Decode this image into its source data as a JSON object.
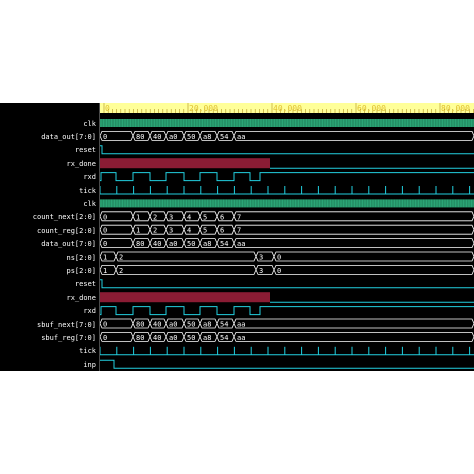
{
  "colors": {
    "ruler_bg": "#ffff99",
    "ruler_text": "#e0c030",
    "wave": "#22d0e0",
    "bus": "#ffffff",
    "clock_fill": "#2ca878",
    "rx_done_fill": "#8a1c34",
    "background": "#000000",
    "divider": "#4a4a4a"
  },
  "ruler": {
    "labels": [
      "0",
      "20,000",
      "40,000",
      "60,000",
      "80,000"
    ]
  },
  "signals": [
    {
      "name": "clk",
      "type": "clock"
    },
    {
      "name": "data_out[7:0]",
      "type": "bus",
      "values": [
        "0",
        "80",
        "40",
        "a0",
        "50",
        "a8",
        "54",
        "aa"
      ]
    },
    {
      "name": "reset",
      "type": "bit"
    },
    {
      "name": "rx_done",
      "type": "fill"
    },
    {
      "name": "rxd",
      "type": "bit"
    },
    {
      "name": "tick",
      "type": "pulses"
    },
    {
      "name": "clk",
      "type": "clock"
    },
    {
      "name": "count_next[2:0]",
      "type": "bus",
      "values": [
        "0",
        "1",
        "2",
        "3",
        "4",
        "5",
        "6",
        "7"
      ]
    },
    {
      "name": "count_reg[2:0]",
      "type": "bus",
      "values": [
        "0",
        "1",
        "2",
        "3",
        "4",
        "5",
        "6",
        "7"
      ]
    },
    {
      "name": "data_out[7:0]",
      "type": "bus",
      "values": [
        "0",
        "80",
        "40",
        "a0",
        "50",
        "a8",
        "54",
        "aa"
      ]
    },
    {
      "name": "ns[2:0]",
      "type": "bus",
      "values": [
        "1",
        "2",
        "3",
        "0"
      ]
    },
    {
      "name": "ps[2:0]",
      "type": "bus",
      "values": [
        "1",
        "2",
        "3",
        "0"
      ]
    },
    {
      "name": "reset",
      "type": "bit"
    },
    {
      "name": "rx_done",
      "type": "fill"
    },
    {
      "name": "rxd",
      "type": "bit"
    },
    {
      "name": "sbuf_next[7:0]",
      "type": "bus",
      "values": [
        "0",
        "80",
        "40",
        "a0",
        "50",
        "a8",
        "54",
        "aa"
      ]
    },
    {
      "name": "sbuf_reg[7:0]",
      "type": "bus",
      "values": [
        "0",
        "80",
        "40",
        "a0",
        "50",
        "a8",
        "54",
        "aa"
      ]
    },
    {
      "name": "tick",
      "type": "pulses"
    },
    {
      "name": "inp",
      "type": "bit"
    }
  ]
}
